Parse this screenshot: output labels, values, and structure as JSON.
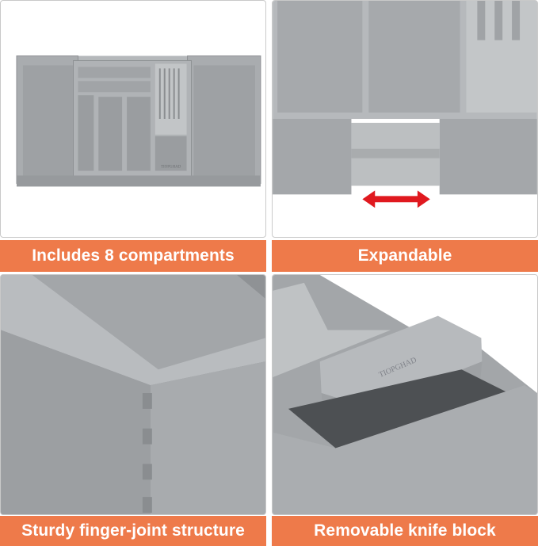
{
  "colors": {
    "label_bg": "#ee7a4a",
    "label_text": "#ffffff",
    "product_gray": "#a8abae"
  },
  "brand_engraving": "TIOPGHAD",
  "panels": [
    {
      "caption": "Includes 8 compartments",
      "image": "drawer-organizer-overview"
    },
    {
      "caption": "Expandable",
      "image": "expandable-section-with-double-arrow",
      "icon": "double-arrow-icon",
      "icon_color": "#e0191f"
    },
    {
      "caption": "Sturdy finger-joint structure",
      "image": "finger-joint-corner-closeup"
    },
    {
      "caption": "Removable knife block",
      "image": "removable-knife-block-closeup"
    }
  ]
}
